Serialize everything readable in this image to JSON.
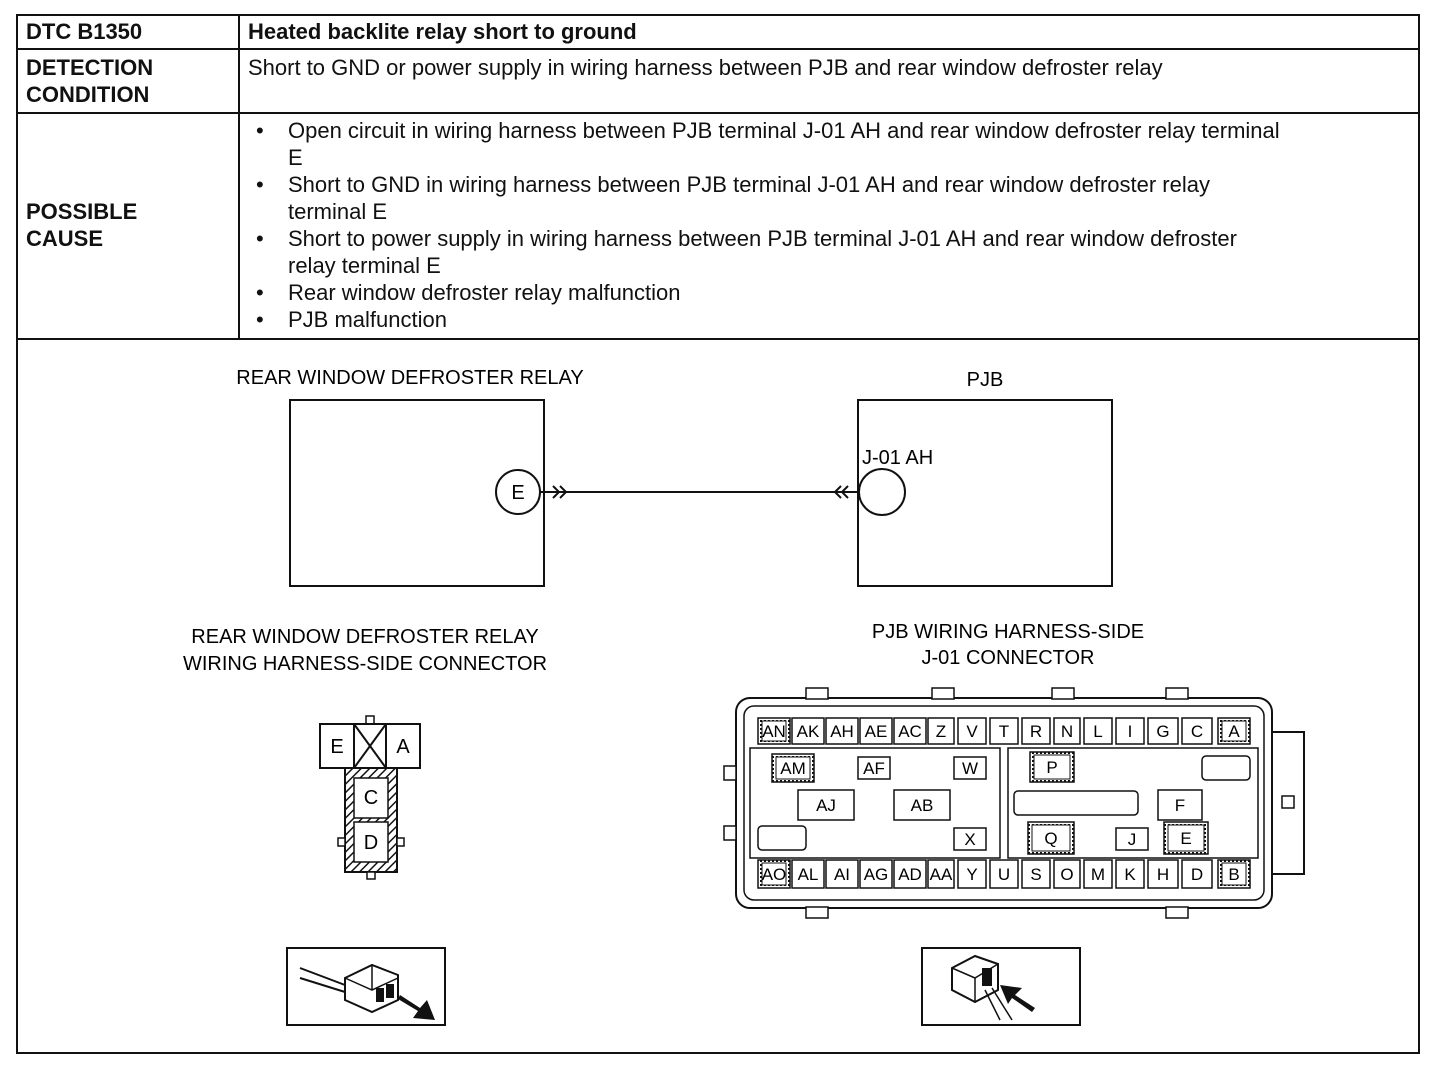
{
  "table": {
    "dtc_code": "DTC B1350",
    "dtc_title": "Heated backlite relay short to ground",
    "detection_label_line1": "DETECTION",
    "detection_label_line2": "CONDITION",
    "detection_text": "Short to GND or power supply in wiring harness between PJB and rear window defroster relay",
    "cause_label_line1": "POSSIBLE",
    "cause_label_line2": "CAUSE",
    "causes": [
      {
        "l1": "Open circuit in wiring harness between PJB terminal J-01 AH and rear window defroster relay terminal",
        "l2": "E"
      },
      {
        "l1": "Short to GND in wiring harness between PJB terminal J-01 AH and rear window defroster relay",
        "l2": "terminal E"
      },
      {
        "l1": "Short to power supply in wiring harness between PJB terminal J-01 AH and rear window defroster",
        "l2": "relay terminal E"
      },
      {
        "l1": "Rear window defroster relay malfunction",
        "l2": ""
      },
      {
        "l1": "PJB malfunction",
        "l2": ""
      }
    ]
  },
  "diagram": {
    "relay_title": "REAR WINDOW DEFROSTER RELAY",
    "pjb_title": "PJB",
    "relay_terminal": "E",
    "pjb_terminal": "J-01 AH",
    "relay_connector_title_line1": "REAR WINDOW DEFROSTER RELAY",
    "relay_connector_title_line2": "WIRING HARNESS-SIDE CONNECTOR",
    "pjb_connector_title_line1": "PJB WIRING HARNESS-SIDE",
    "pjb_connector_title_line2": "J-01 CONNECTOR",
    "relay_pins": [
      "E",
      "A",
      "C",
      "D"
    ],
    "pjb_top_row": [
      "AN",
      "AK",
      "AH",
      "AE",
      "AC",
      "Z",
      "V",
      "T",
      "R",
      "N",
      "L",
      "I",
      "G",
      "C",
      "A"
    ],
    "pjb_bottom_row": [
      "AO",
      "AL",
      "AI",
      "AG",
      "AD",
      "AA",
      "Y",
      "U",
      "S",
      "O",
      "M",
      "K",
      "H",
      "D",
      "B"
    ],
    "pjb_middle_pins": [
      "AM",
      "AF",
      "W",
      "P",
      "AJ",
      "AB",
      "F",
      "X",
      "Q",
      "J",
      "E"
    ]
  }
}
